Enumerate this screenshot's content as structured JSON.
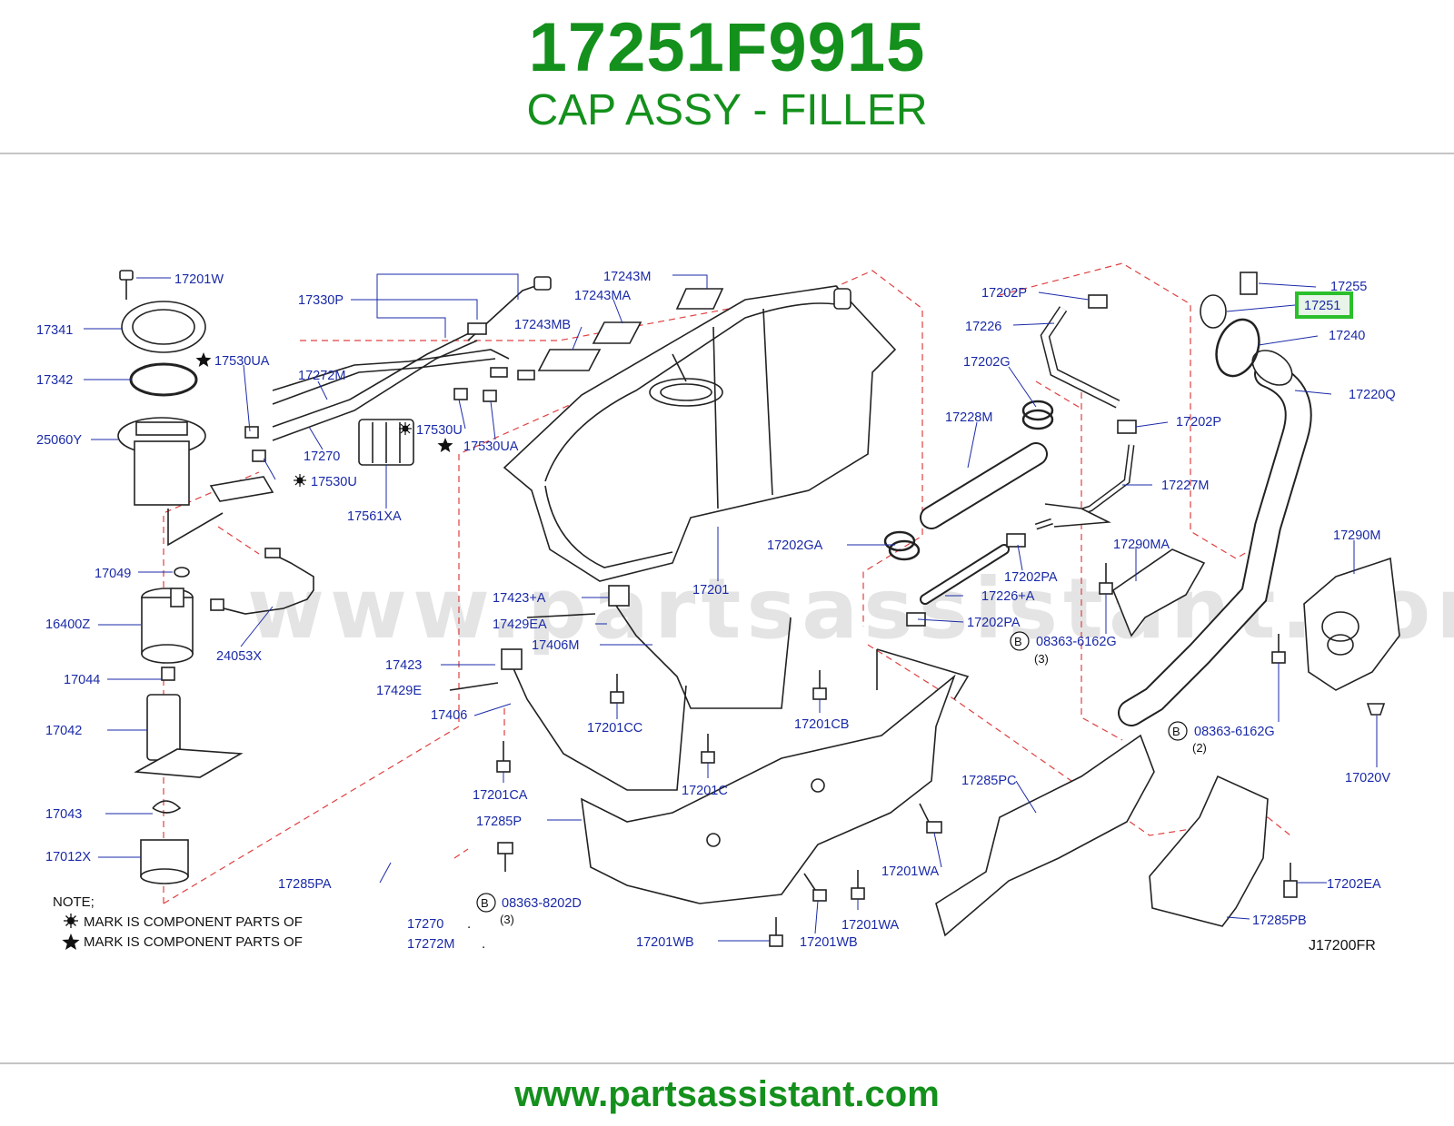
{
  "header": {
    "part_number": "17251F9915",
    "part_name": "CAP ASSY - FILLER"
  },
  "footer": {
    "url": "www.partsassistant.com"
  },
  "watermark": "www.partsassistant.com",
  "diagram": {
    "code": "J17200FR",
    "highlight_color": "#2bbf2b",
    "labels": [
      {
        "id": "17201W",
        "text": "17201W"
      },
      {
        "id": "17341",
        "text": "17341"
      },
      {
        "id": "17342",
        "text": "17342"
      },
      {
        "id": "25060Y",
        "text": "25060Y"
      },
      {
        "id": "17530UA-a",
        "text": "17530UA"
      },
      {
        "id": "17530UA-b",
        "text": "17530UA"
      },
      {
        "id": "17530U-a",
        "text": "17530U"
      },
      {
        "id": "17530U-b",
        "text": "17530U"
      },
      {
        "id": "17330P",
        "text": "17330P"
      },
      {
        "id": "17272M",
        "text": "17272M"
      },
      {
        "id": "17270",
        "text": "17270"
      },
      {
        "id": "17561XA",
        "text": "17561XA"
      },
      {
        "id": "17243M",
        "text": "17243M"
      },
      {
        "id": "17243MA",
        "text": "17243MA"
      },
      {
        "id": "17243MB",
        "text": "17243MB"
      },
      {
        "id": "17202P-a",
        "text": "17202P"
      },
      {
        "id": "17226",
        "text": "17226"
      },
      {
        "id": "17202G",
        "text": "17202G"
      },
      {
        "id": "17228M",
        "text": "17228M"
      },
      {
        "id": "17202P-b",
        "text": "17202P"
      },
      {
        "id": "17227M",
        "text": "17227M"
      },
      {
        "id": "17255",
        "text": "17255"
      },
      {
        "id": "17251",
        "text": "17251"
      },
      {
        "id": "17240",
        "text": "17240"
      },
      {
        "id": "17220Q",
        "text": "17220Q"
      },
      {
        "id": "17049",
        "text": "17049"
      },
      {
        "id": "16400Z",
        "text": "16400Z"
      },
      {
        "id": "24053X",
        "text": "24053X"
      },
      {
        "id": "17044",
        "text": "17044"
      },
      {
        "id": "17042",
        "text": "17042"
      },
      {
        "id": "17043",
        "text": "17043"
      },
      {
        "id": "17012X",
        "text": "17012X"
      },
      {
        "id": "17202GA",
        "text": "17202GA"
      },
      {
        "id": "17201",
        "text": "17201"
      },
      {
        "id": "17290MA",
        "text": "17290MA"
      },
      {
        "id": "17290M",
        "text": "17290M"
      },
      {
        "id": "17202PA-a",
        "text": "17202PA"
      },
      {
        "id": "17226+A",
        "text": "17226+A"
      },
      {
        "id": "17202PA-b",
        "text": "17202PA"
      },
      {
        "id": "08363-6162G-a",
        "text": "08363-6162G"
      },
      {
        "id": "qty-3-a",
        "text": "(3)"
      },
      {
        "id": "08363-6162G-b",
        "text": "08363-6162G"
      },
      {
        "id": "qty-2",
        "text": "(2)"
      },
      {
        "id": "17020V",
        "text": "17020V"
      },
      {
        "id": "17423+A",
        "text": "17423+A"
      },
      {
        "id": "17429EA",
        "text": "17429EA"
      },
      {
        "id": "17406M",
        "text": "17406M"
      },
      {
        "id": "17423",
        "text": "17423"
      },
      {
        "id": "17429E",
        "text": "17429E"
      },
      {
        "id": "17406",
        "text": "17406"
      },
      {
        "id": "17201CC",
        "text": "17201CC"
      },
      {
        "id": "17201CB",
        "text": "17201CB"
      },
      {
        "id": "17201CA",
        "text": "17201CA"
      },
      {
        "id": "17201C",
        "text": "17201C"
      },
      {
        "id": "17285PC",
        "text": "17285PC"
      },
      {
        "id": "17285P",
        "text": "17285P"
      },
      {
        "id": "17285PA",
        "text": "17285PA"
      },
      {
        "id": "08363-8202D",
        "text": "08363-8202D"
      },
      {
        "id": "qty-3-b",
        "text": "(3)"
      },
      {
        "id": "17201WA-a",
        "text": "17201WA"
      },
      {
        "id": "17201WA-b",
        "text": "17201WA"
      },
      {
        "id": "17201WB-a",
        "text": "17201WB"
      },
      {
        "id": "17201WB-b",
        "text": "17201WB"
      },
      {
        "id": "17202EA",
        "text": "17202EA"
      },
      {
        "id": "17285PB",
        "text": "17285PB"
      },
      {
        "id": "note-17270",
        "text": "17270"
      },
      {
        "id": "note-17272M",
        "text": "17272M"
      }
    ],
    "bolt_letter": "B",
    "note": {
      "title": "NOTE;",
      "line1": "MARK  IS  COMPONENT  PARTS  OF",
      "line2": "MARK  IS  COMPONENT  PARTS  OF",
      "dot": "."
    }
  }
}
